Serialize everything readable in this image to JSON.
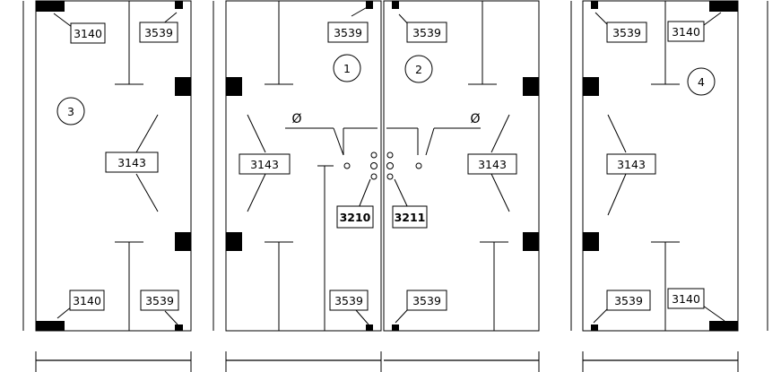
{
  "panels": [
    {
      "id": "3",
      "code_top_left": "3140",
      "code_top_right": "3539",
      "code_mid": "3143",
      "code_bottom_left": "3140",
      "code_bottom_right": "3539"
    },
    {
      "id": "1",
      "code_top_right": "3539",
      "code_mid": "3143",
      "code_bottom_right": "3539",
      "code_center": "3210"
    },
    {
      "id": "2",
      "code_top_left": "3539",
      "code_mid": "3143",
      "code_bottom_left": "3539",
      "code_center": "3211"
    },
    {
      "id": "4",
      "code_top_left": "3539",
      "code_top_right": "3140",
      "code_mid": "3143",
      "code_bottom_left": "3539",
      "code_bottom_right": "3140"
    }
  ],
  "diameter_symbol": "Ø"
}
